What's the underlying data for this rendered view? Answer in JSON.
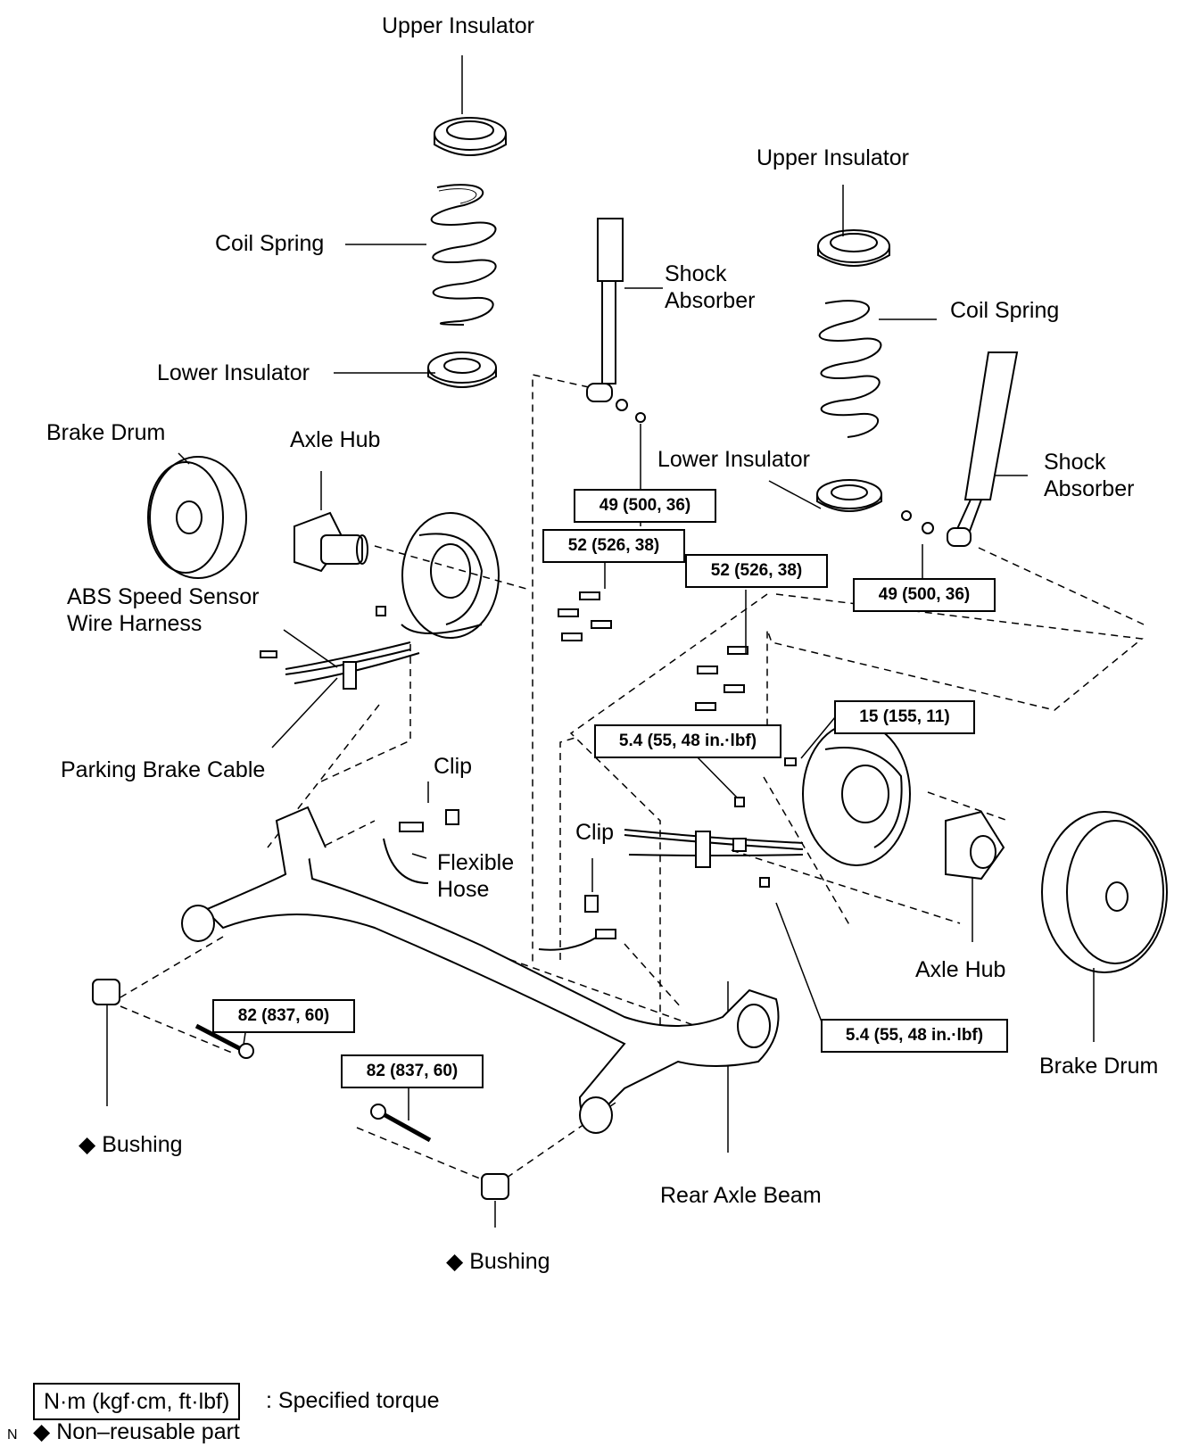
{
  "labels": {
    "upper_insulator_left": "Upper Insulator",
    "coil_spring_left": "Coil Spring",
    "lower_insulator_left": "Lower Insulator",
    "shock_absorber_left": [
      "Shock",
      "Absorber"
    ],
    "upper_insulator_right": "Upper Insulator",
    "coil_spring_right": "Coil Spring",
    "lower_insulator_right": "Lower Insulator",
    "shock_absorber_right": [
      "Shock",
      "Absorber"
    ],
    "brake_drum_left": "Brake Drum",
    "axle_hub_left": "Axle Hub",
    "abs_wire_harness": [
      "ABS Speed Sensor",
      "Wire Harness"
    ],
    "parking_brake_cable": "Parking Brake Cable",
    "clip_upper": "Clip",
    "flexible_hose": [
      "Flexible",
      "Hose"
    ],
    "clip_lower": "Clip",
    "axle_hub_right": "Axle Hub",
    "brake_drum_right": "Brake Drum",
    "rear_axle_beam": "Rear Axle Beam",
    "bushing_left": "Bushing",
    "bushing_right": "Bushing"
  },
  "torques": {
    "shock_lower_left": "49 (500, 36)",
    "backing_plate_left": "52 (526, 38)",
    "backing_plate_right": "52 (526, 38)",
    "shock_lower_right": "49 (500, 36)",
    "brake_line": "15 (155, 11)",
    "abs_bracket_upper": "5.4 (55, 48 in.·lbf)",
    "abs_bracket_lower": "5.4 (55, 48 in.·lbf)",
    "bushing_bolt_left": "82 (837, 60)",
    "bushing_bolt_right": "82 (837, 60)"
  },
  "legend": {
    "torque_unit": "N·m (kgf·cm, ft·lbf)",
    "torque_desc": ": Specified torque",
    "nonreusable": "Non–reusable part",
    "nonreusable_symbol": "◆",
    "corner_mark": "N"
  }
}
